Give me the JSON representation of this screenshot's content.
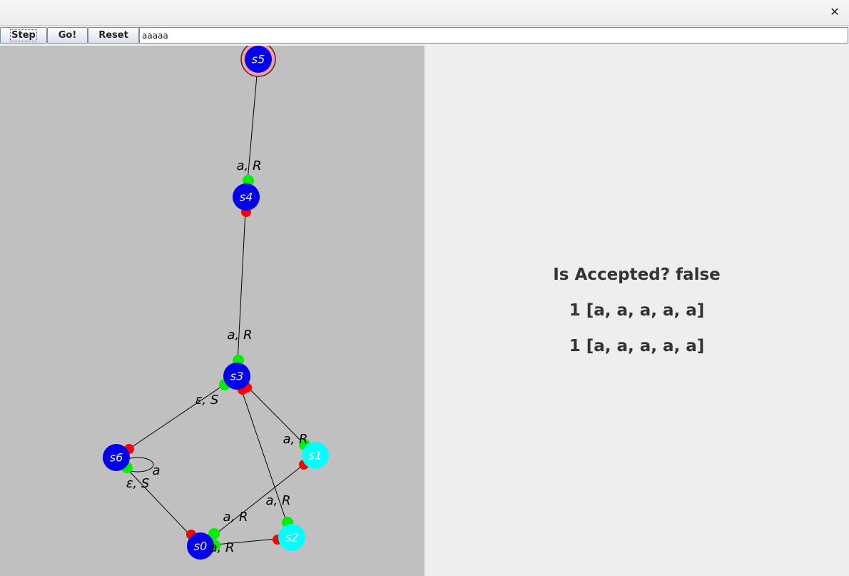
{
  "window": {
    "close_glyph": "✕"
  },
  "toolbar": {
    "step_label": "Step",
    "go_label": "Go!",
    "reset_label": "Reset",
    "input_value": "aaaaa"
  },
  "graph": {
    "states": [
      {
        "id": "s5",
        "label": "s5",
        "color": "#0000ee",
        "label_color": "#eeeeee",
        "accepting": true
      },
      {
        "id": "s4",
        "label": "s4",
        "color": "#0000ee",
        "label_color": "#eeeeee",
        "accepting": false
      },
      {
        "id": "s3",
        "label": "s3",
        "color": "#0000ee",
        "label_color": "#eeeeee",
        "accepting": false
      },
      {
        "id": "s6",
        "label": "s6",
        "color": "#0000ee",
        "label_color": "#eeeeee",
        "accepting": false
      },
      {
        "id": "s1",
        "label": "s1",
        "color": "#00ffff",
        "label_color": "#ffffff",
        "accepting": false
      },
      {
        "id": "s2",
        "label": "s2",
        "color": "#00ffff",
        "label_color": "#ffffff",
        "accepting": false
      },
      {
        "id": "s0",
        "label": "s0",
        "color": "#0000ee",
        "label_color": "#eeeeee",
        "accepting": false
      }
    ],
    "transitions": [
      {
        "from": "s4",
        "to": "s5",
        "label": "a, R"
      },
      {
        "from": "s3",
        "to": "s4",
        "label": "a, R"
      },
      {
        "from": "s6",
        "to": "s3",
        "label": "ε, S"
      },
      {
        "from": "s3",
        "to": "s1",
        "label": "a, R"
      },
      {
        "from": "s1",
        "to": "s0",
        "label": "a, R"
      },
      {
        "from": "s3",
        "to": "s2",
        "label": "a, R"
      },
      {
        "from": "s0",
        "to": "s6",
        "label": "ε, S"
      },
      {
        "from": "s6",
        "to": "s6",
        "label": "a"
      },
      {
        "from": "s0",
        "to": "s2",
        "label": "a, R"
      }
    ],
    "colors": {
      "source_marker": "#ff0000",
      "target_marker": "#00ee00",
      "edge": "#000000",
      "background": "#c0c0c0"
    }
  },
  "result": {
    "accepted_text": "Is Accepted? false",
    "trace_lines": [
      "1 [a, a, a, a, a]",
      "1 [a, a, a, a, a]"
    ]
  }
}
